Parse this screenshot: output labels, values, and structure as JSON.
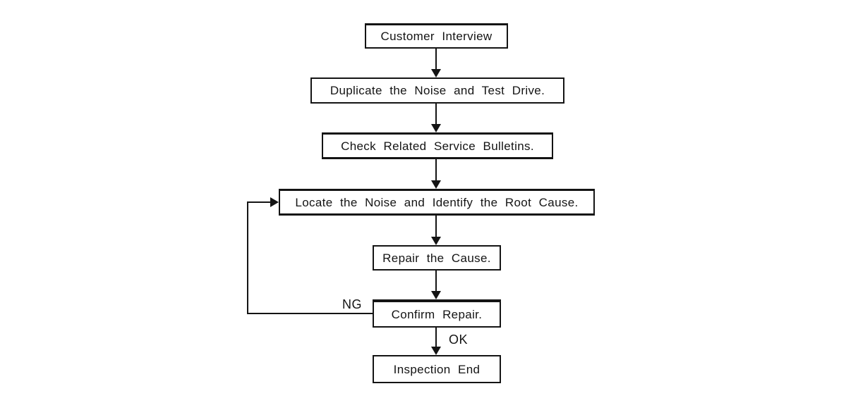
{
  "flowchart": {
    "type": "flowchart",
    "nodes": [
      {
        "id": "customer-interview",
        "label": "Customer Interview"
      },
      {
        "id": "duplicate-noise-test-drive",
        "label": "Duplicate the Noise and Test Drive."
      },
      {
        "id": "check-related-service-bulletins",
        "label": "Check Related Service Bulletins."
      },
      {
        "id": "locate-noise-identify-root-cause",
        "label": "Locate the Noise and Identify the Root Cause."
      },
      {
        "id": "repair-the-cause",
        "label": "Repair the Cause."
      },
      {
        "id": "confirm-repair",
        "label": "Confirm Repair."
      },
      {
        "id": "inspection-end",
        "label": "Inspection End"
      }
    ],
    "edges": [
      {
        "from": "customer-interview",
        "to": "duplicate-noise-test-drive",
        "label": ""
      },
      {
        "from": "duplicate-noise-test-drive",
        "to": "check-related-service-bulletins",
        "label": ""
      },
      {
        "from": "check-related-service-bulletins",
        "to": "locate-noise-identify-root-cause",
        "label": ""
      },
      {
        "from": "locate-noise-identify-root-cause",
        "to": "repair-the-cause",
        "label": ""
      },
      {
        "from": "repair-the-cause",
        "to": "confirm-repair",
        "label": ""
      },
      {
        "from": "confirm-repair",
        "to": "inspection-end",
        "label": "OK"
      },
      {
        "from": "confirm-repair",
        "to": "locate-noise-identify-root-cause",
        "label": "NG"
      }
    ],
    "colors": {
      "background": "#ffffff",
      "stroke": "#141414",
      "text": "#141414"
    }
  }
}
